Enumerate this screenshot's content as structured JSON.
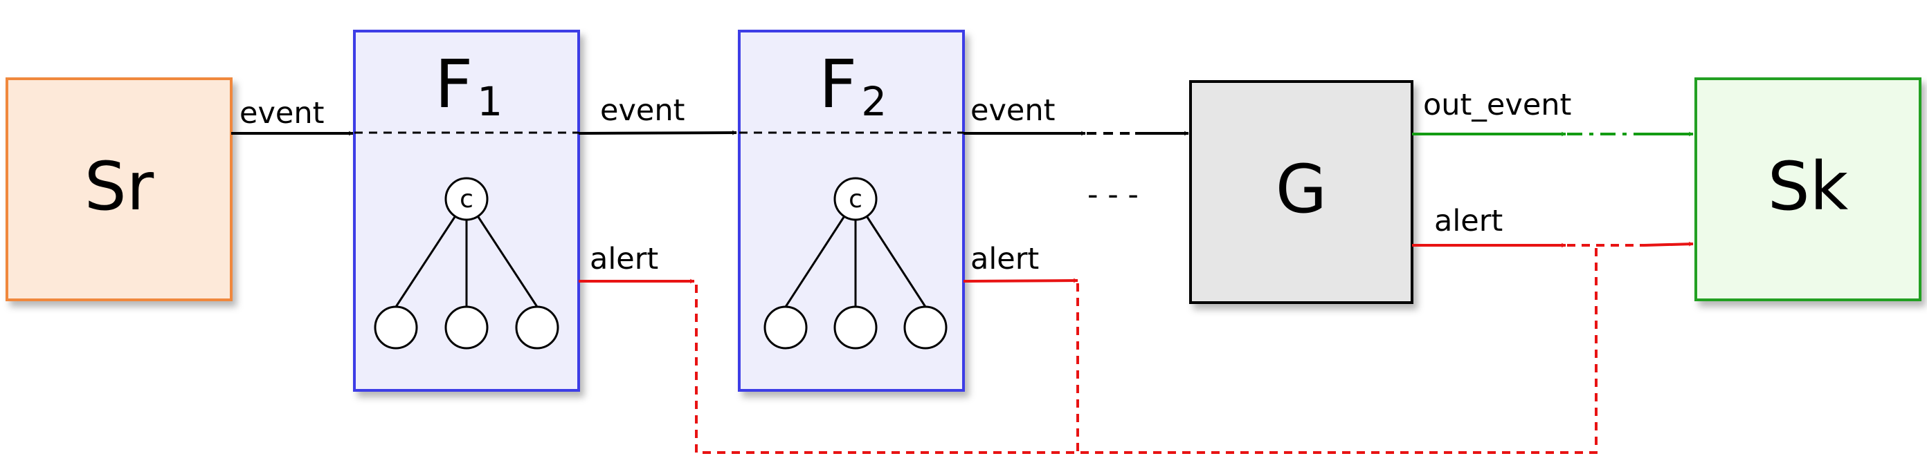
{
  "nodes": {
    "source": {
      "label": "Sr",
      "fill": "#fde9d9",
      "stroke": "#f0883e"
    },
    "f1": {
      "label": "F",
      "subscript": "1",
      "tree_root": "c",
      "fill": "#eeeefc",
      "stroke": "#3c3ce6"
    },
    "f2": {
      "label": "F",
      "subscript": "2",
      "tree_root": "c",
      "fill": "#eeeefc",
      "stroke": "#3c3ce6"
    },
    "g": {
      "label": "G",
      "fill": "#e6e6e6",
      "stroke": "#000000"
    },
    "sink": {
      "label": "Sk",
      "fill": "#eefbea",
      "stroke": "#22a022"
    }
  },
  "edges": {
    "src_f1": "event",
    "f1_f2": "event",
    "f2_out": "event",
    "f1_alert": "alert",
    "f2_alert": "alert",
    "g_out": "out_event",
    "g_alert": "alert"
  },
  "ellipsis": "- - -",
  "colors": {
    "event": "#000000",
    "alert": "#e81313",
    "out_event": "#139c13"
  }
}
